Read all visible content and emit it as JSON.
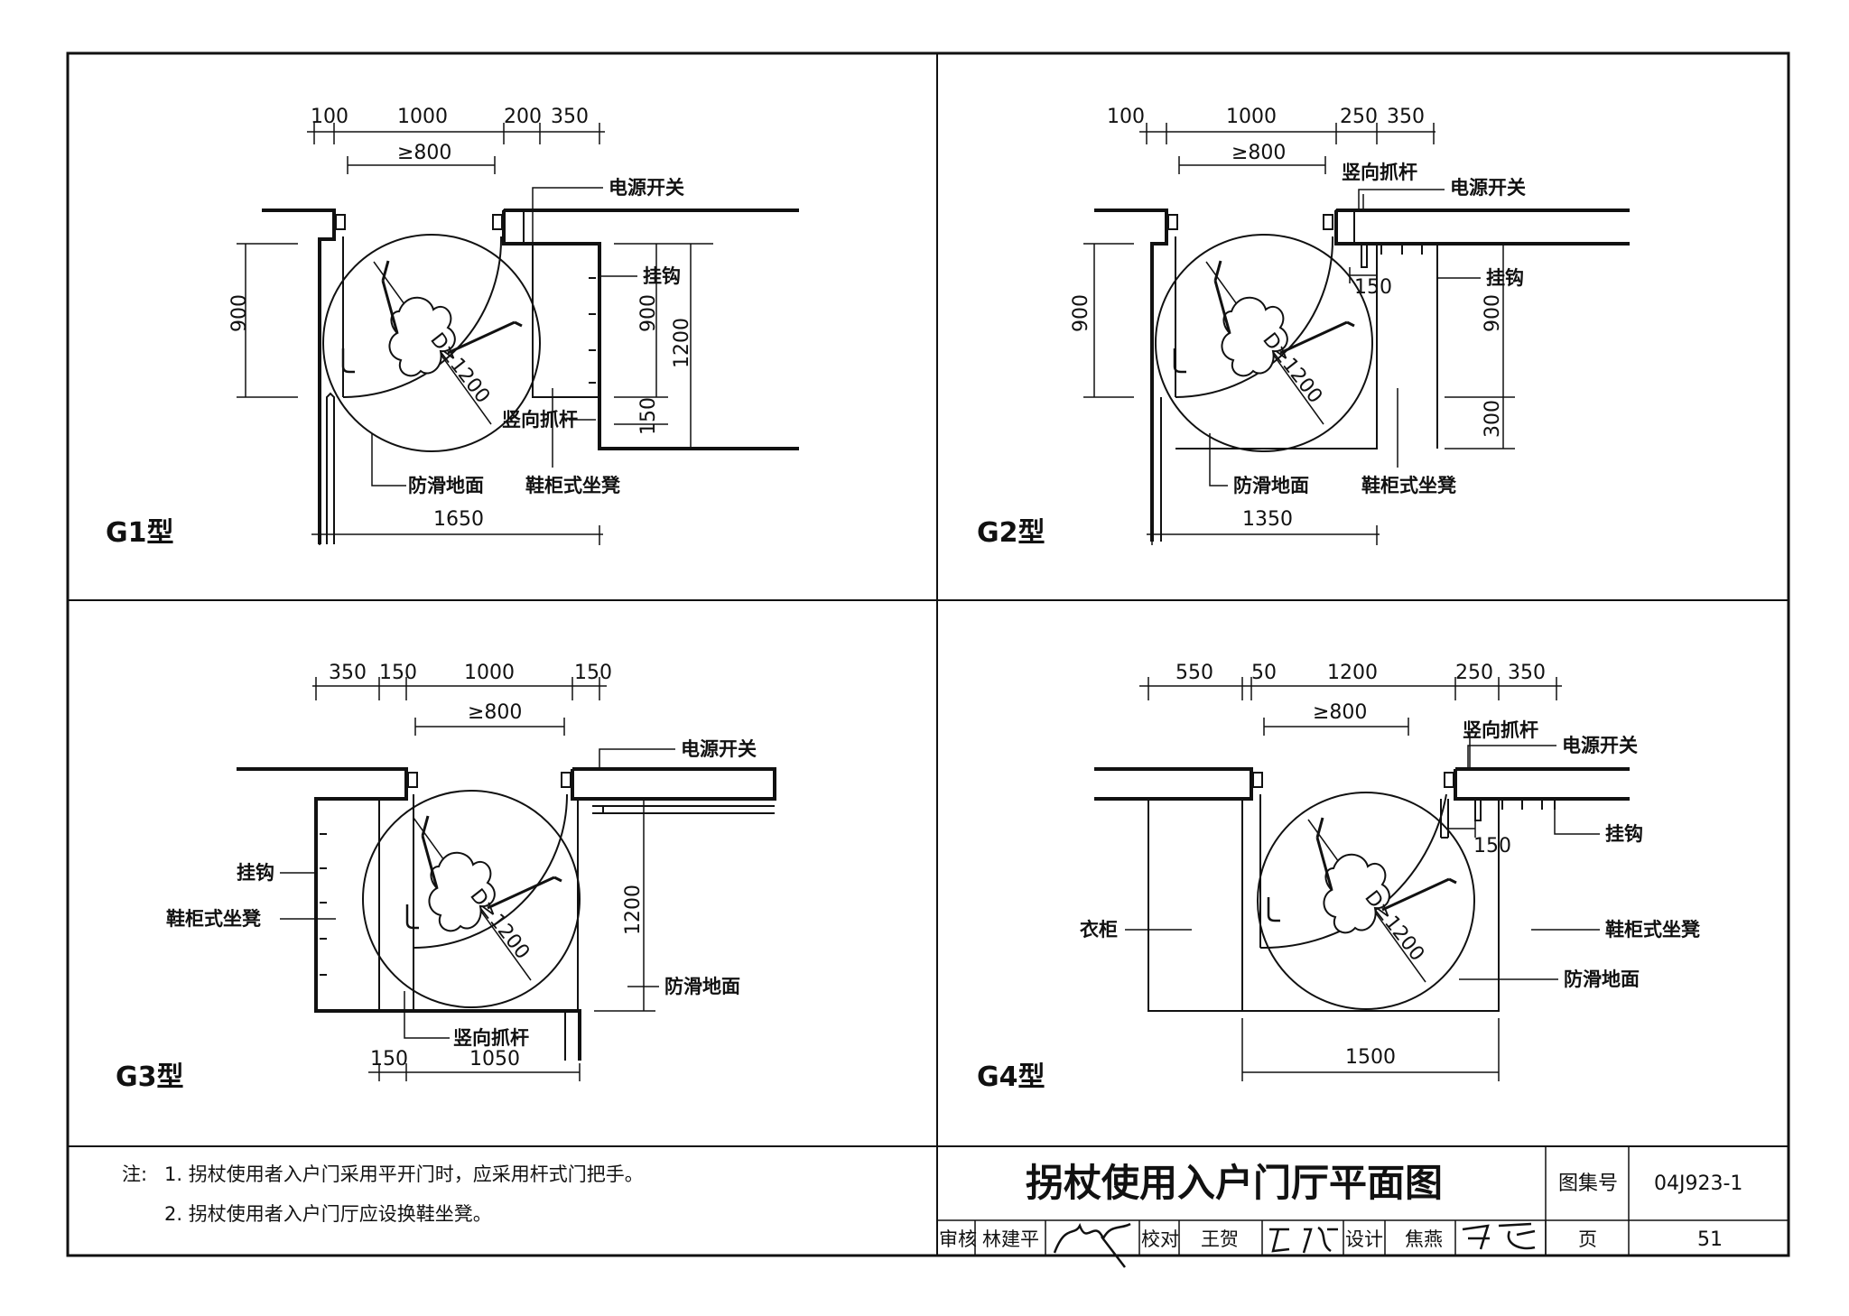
{
  "panels": {
    "g1": {
      "label": "G1型",
      "dims": {
        "d100": "100",
        "d1000": "1000",
        "d200": "200",
        "d350": "350",
        "ge800": "≥800",
        "v900": "900",
        "v900b": "900",
        "v1200": "1200",
        "v150": "150",
        "total": "1650",
        "circle": "D≥1200"
      },
      "labels": {
        "switch": "电源开关",
        "hook": "挂钩",
        "grab_bar": "竖向抓杆",
        "floor": "防滑地面",
        "bench": "鞋柜式坐凳"
      }
    },
    "g2": {
      "label": "G2型",
      "dims": {
        "d100": "100",
        "d1000": "1000",
        "d250": "250",
        "d350": "350",
        "ge800": "≥800",
        "v900": "900",
        "v900b": "900",
        "v300": "300",
        "d150": "150",
        "total": "1350",
        "circle": "D≥1200"
      },
      "labels": {
        "grab_bar": "竖向抓杆",
        "switch": "电源开关",
        "hook": "挂钩",
        "floor": "防滑地面",
        "bench": "鞋柜式坐凳"
      }
    },
    "g3": {
      "label": "G3型",
      "dims": {
        "d350": "350",
        "d150a": "150",
        "d1000": "1000",
        "d150b": "150",
        "ge800": "≥800",
        "v1200": "1200",
        "d150c": "150",
        "d1050": "1050",
        "circle": "D≥1200"
      },
      "labels": {
        "switch": "电源开关",
        "hook": "挂钩",
        "bench": "鞋柜式坐凳",
        "floor": "防滑地面",
        "grab_bar": "竖向抓杆"
      }
    },
    "g4": {
      "label": "G4型",
      "dims": {
        "d550": "550",
        "d50": "50",
        "d1200": "1200",
        "d250": "250",
        "d350": "350",
        "ge800": "≥800",
        "d150": "150",
        "total": "1500",
        "circle": "D≥1200"
      },
      "labels": {
        "grab_bar": "竖向抓杆",
        "switch": "电源开关",
        "hook": "挂钩",
        "wardrobe": "衣柜",
        "bench": "鞋柜式坐凳",
        "floor": "防滑地面"
      }
    }
  },
  "notes": {
    "prefix": "注:",
    "n1": "1. 拐杖使用者入户门采用平开门时，应采用杆式门把手。",
    "n2": "2. 拐杖使用者入户门厅应设换鞋坐凳。"
  },
  "title_block": {
    "title": "拐杖使用入户门厅平面图",
    "atlas_label": "图集号",
    "atlas_no": "04J923-1",
    "review_label": "审核",
    "reviewer": "林建平",
    "check_label": "校对",
    "checker": "王贺",
    "design_label": "设计",
    "designer": "焦燕",
    "page_label": "页",
    "page_no": "51"
  }
}
